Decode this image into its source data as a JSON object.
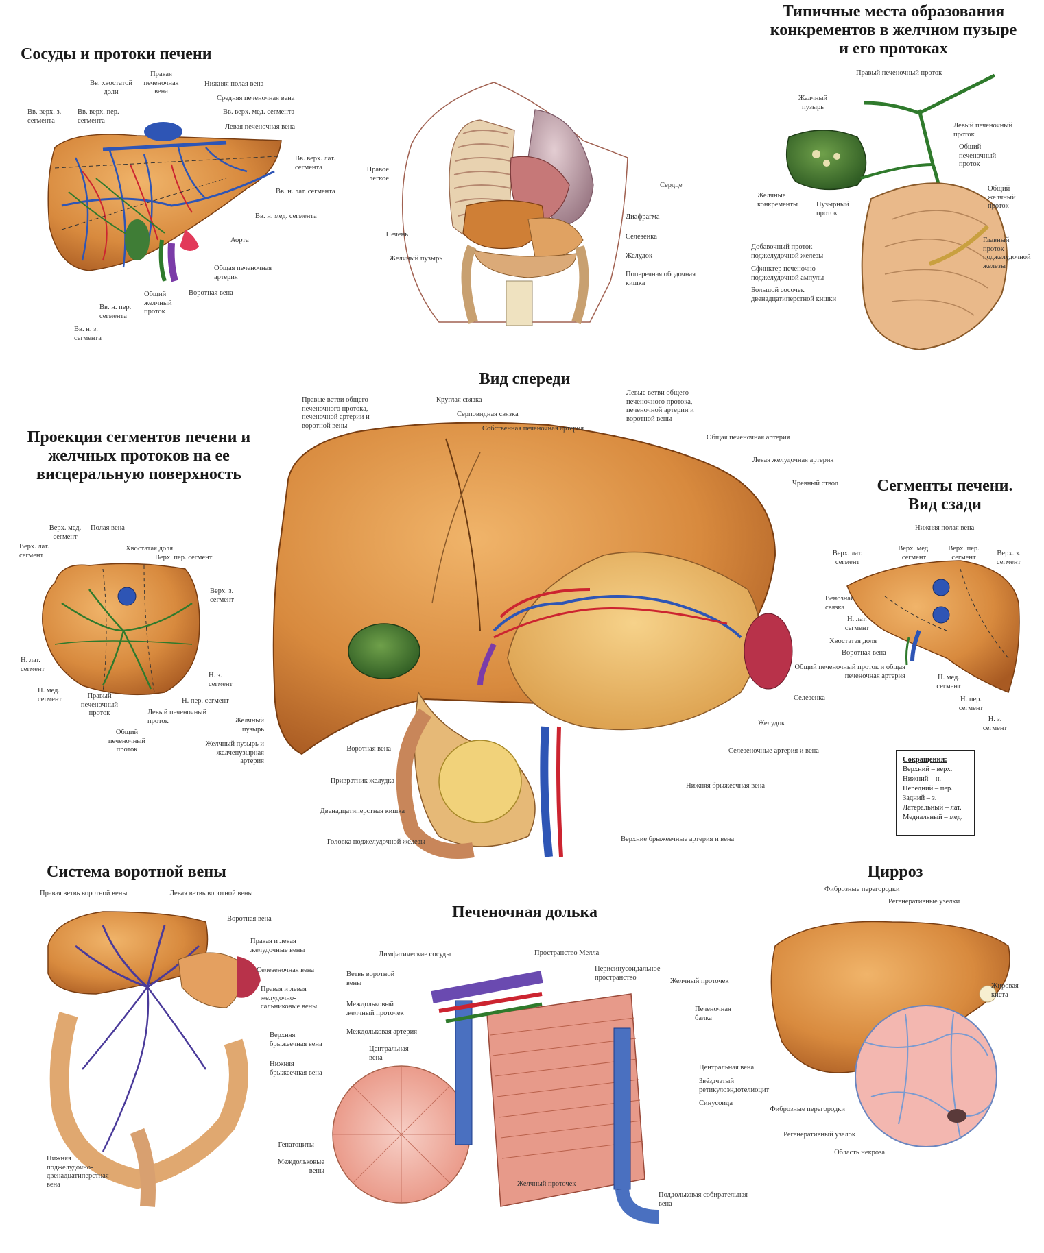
{
  "colors": {
    "liver": "#cf7f36",
    "liver_light": "#e6a55a",
    "vein": "#2e55b5",
    "artery": "#cc2430",
    "duct": "#2f7a2c",
    "lung": "#b99aa4"
  },
  "titles": {
    "vessels": "Сосуды и протоки печени",
    "stones": "Типичные места образования конкрементов в желчном пузыре и его протоках",
    "front": "Вид спереди",
    "projection": "Проекция сегментов печени и желчных протоков на ее висцеральную поверхность",
    "posterior": "Сегменты печени. Вид сзади",
    "portal": "Система воротной вены",
    "lobule": "Печеночная долька",
    "cirrhosis": "Цирроз"
  },
  "vessels_labels": {
    "a1": "Вв. хвостатой доли",
    "a2": "Правая печеночная вена",
    "a3": "Нижняя полая вена",
    "a4": "Средняя печеночная вена",
    "a5": "Вв. верх. мед. сегмента",
    "a6": "Левая печеночная вена",
    "a7": "Вв. верх. з. сегмента",
    "a8": "Вв. верх. пер. сегмента",
    "a9": "Вв. верх. лат. сегмента",
    "a10": "Вв. н. лат. сегмента",
    "a11": "Вв. н. мед. сегмента",
    "a12": "Аорта",
    "a13": "Общая печеночная артерия",
    "a14": "Воротная вена",
    "a15": "Общий желчный проток",
    "a16": "Вв. н. пер. сегмента",
    "a17": "Вв. н. з. сегмента"
  },
  "thorax_labels": {
    "b1": "Правое легкое",
    "b2": "Печень",
    "b3": "Желчный пузырь",
    "b4": "Сердце",
    "b5": "Диафрагма",
    "b6": "Селезенка",
    "b7": "Желудок",
    "b8": "Поперечная ободочная кишка"
  },
  "stones_labels": {
    "c1": "Правый печеночный проток",
    "c2": "Желчный пузырь",
    "c3": "Левый печеночный проток",
    "c4": "Общий печеночный проток",
    "c5": "Желчные конкременты",
    "c6": "Пузырный проток",
    "c7": "Общий желчный проток",
    "c8": "Главный проток поджелудочной железы",
    "c9": "Добавочный проток поджелудочной железы",
    "c10": "Сфинктер печеночно-поджелудочной ампулы",
    "c11": "Большой сосочек двенадцатиперстной кишки"
  },
  "front_labels": {
    "d1": "Правые ветви общего печеночного протока, печеночной артерии и воротной вены",
    "d2": "Круглая связка",
    "d3": "Серповидная связка",
    "d4": "Собственная печеночная артерия",
    "d5": "Левые ветви общего печеночного протока, печеночной артерии и воротной вены",
    "d6": "Общая печеночная артерия",
    "d7": "Левая желудочная артерия",
    "d8": "Чревный ствол",
    "d9": "Селезенка",
    "d10": "Желудок",
    "d11": "Селезеночные артерия и вена",
    "d12": "Нижняя брыжеечная вена",
    "d13": "Верхние брыжеечные артерия и вена",
    "d14": "Головка поджелудочной железы",
    "d15": "Двенадцатиперстная кишка",
    "d16": "Привратник желудка",
    "d17": "Воротная вена",
    "d18": "Желчный пузырь",
    "d19": "Желчный пузырь и желчепузырная артерия"
  },
  "projection_labels": {
    "e1": "Верх. мед. сегмент",
    "e2": "Полая вена",
    "e3": "Хвостатая доля",
    "e4": "Верх. пер. сегмент",
    "e5": "Верх. лат. сегмент",
    "e6": "Верх. з. сегмент",
    "e7": "Н. лат. сегмент",
    "e8": "Н. з. сегмент",
    "e9": "Н. мед. сегмент",
    "e10": "Правый печеночный проток",
    "e11": "Н. пер. сегмент",
    "e12": "Левый печеночный проток",
    "e13": "Общий печеночный проток"
  },
  "posterior_labels": {
    "f1": "Нижняя полая вена",
    "f2": "Верх. лат. сегмент",
    "f3": "Верх. мед. сегмент",
    "f4": "Верх. пер. сегмент",
    "f5": "Верх. з. сегмент",
    "f6": "Венозная связка",
    "f7": "Н. лат. сегмент",
    "f8": "Хвостатая доля",
    "f9": "Воротная вена",
    "f10": "Общий печеночный проток и общая печеночная артерия",
    "f11": "Н. мед. сегмент",
    "f12": "Н. пер. сегмент",
    "f13": "Н. з. сегмент"
  },
  "abbreviations": {
    "title": "Сокращения:",
    "items": [
      "Верхний – верх.",
      "Нижний – н.",
      "Передний – пер.",
      "Задний – з.",
      "Латеральный – лат.",
      "Медиальный – мед."
    ]
  },
  "portal_labels": {
    "g1": "Правая ветвь воротной вены",
    "g2": "Левая ветвь воротной вены",
    "g3": "Воротная вена",
    "g4": "Правая и левая желудочные вены",
    "g5": "Селезеночная вена",
    "g6": "Правая и левая желудочно-сальниковые вены",
    "g7": "Верхняя брыжеечная вена",
    "g8": "Нижняя брыжеечная вена",
    "g9": "Нижняя поджелудочно-двенадцатиперстная вена"
  },
  "lobule_labels": {
    "h1": "Лимфатические сосуды",
    "h2": "Пространство Мелла",
    "h3": "Ветвь воротной вены",
    "h4": "Перисинусоидальное пространство",
    "h5": "Желчный проточек",
    "h6": "Междольковый желчный проточек",
    "h7": "Печеночная балка",
    "h8": "Междольковая артерия",
    "h9": "Центральная вена",
    "h10": "Центральная вена",
    "h11": "Звёздчатый ретикулоэндотелиоцит",
    "h12": "Синусоида",
    "h13": "Гепатоциты",
    "h14": "Междольковые вены",
    "h15": "Желчный проточек",
    "h16": "Поддольковая собирательная вена"
  },
  "cirrhosis_labels": {
    "i1": "Фиброзные перегородки",
    "i2": "Регенеративные узелки",
    "i3": "Жировая киста",
    "i4": "Фиброзные перегородки",
    "i5": "Регенеративный узелок",
    "i6": "Область некроза"
  }
}
